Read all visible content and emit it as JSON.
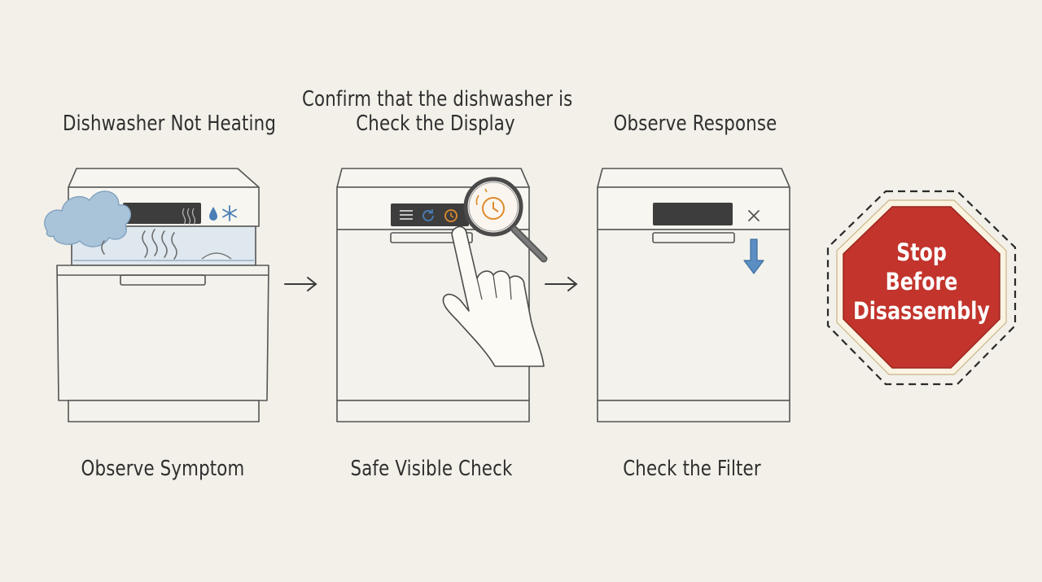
{
  "steps": [
    {
      "top_label": "Dishwasher Not Heating",
      "bottom_label": "Observe Symptom"
    },
    {
      "top_label_line1": "Confirm that the dishwasher is",
      "top_label_line2": "Check the Display",
      "bottom_label": "Safe Visible Check"
    },
    {
      "top_label": "Observe Response",
      "bottom_label": "Check the Filter"
    }
  ],
  "stop_sign": {
    "line1": "Stop",
    "line2": "Before",
    "line3": "Disassembly",
    "color": "#c2342c"
  },
  "icons": {
    "steam": "steam-cloud-icon",
    "water": "water-drop-icon",
    "snow": "snowflake-icon",
    "menu": "menu-icon",
    "refresh": "refresh-icon",
    "clock": "clock-icon",
    "magnifier": "magnifier-icon",
    "hand": "pointing-hand-icon",
    "close": "x-icon",
    "down": "down-arrow-icon"
  },
  "colors": {
    "accent_orange": "#e08a2c",
    "accent_blue": "#4a7eb5",
    "steam_blue": "#a9c3d9",
    "outline": "#555555"
  }
}
